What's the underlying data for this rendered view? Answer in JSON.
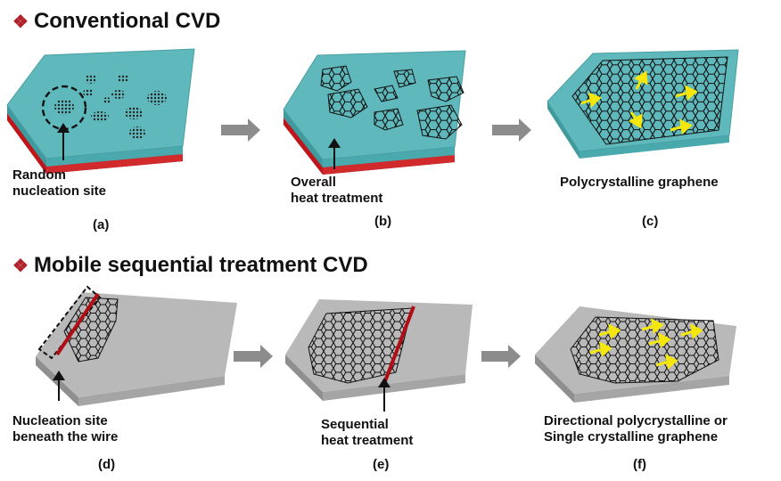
{
  "section1": {
    "bullet": "❖",
    "title": "Conventional CVD"
  },
  "section2": {
    "bullet": "❖",
    "title": "Mobile sequential treatment CVD"
  },
  "labels": {
    "a_line1": "Random",
    "a_line2": "nucleation site",
    "b_line1": "Overall",
    "b_line2": "heat treatment",
    "c_line1": "Polycrystalline  graphene",
    "d_line1": "Nucleation site",
    "d_line2": "beneath the wire",
    "e_line1": "Sequential",
    "e_line2": "heat treatment",
    "f_line1": "Directional polycrystalline  or",
    "f_line2": "Single crystalline graphene"
  },
  "panel_tags": [
    "(a)",
    "(b)",
    "(c)",
    "(d)",
    "(e)",
    "(f)"
  ],
  "colors": {
    "teal_top": "#5fb8bb",
    "teal_side": "#3f9a9e",
    "red_layer": "#c0161b",
    "gray_top": "#b9b9b9",
    "gray_side": "#9a9a9a",
    "arrow": "#8c8c8c",
    "yellow_arrow": "#f5e60c",
    "wire": "#b00e14",
    "bullet": "#b0222a"
  },
  "icons": {
    "bullet": "diamond-bullet-icon",
    "step_arrow": "right-arrow-icon"
  }
}
